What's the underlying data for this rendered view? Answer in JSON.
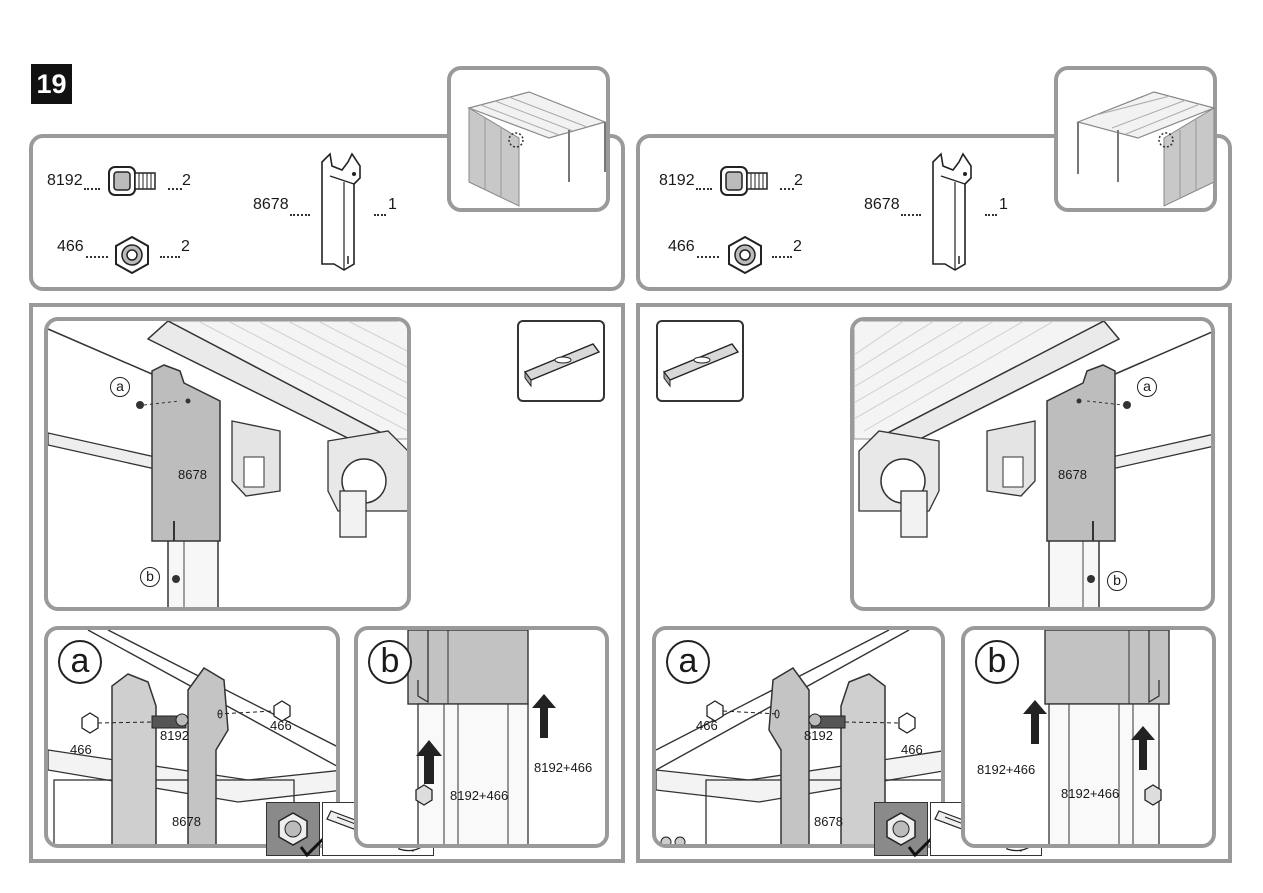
{
  "step": {
    "number": "19"
  },
  "left": {
    "parts": [
      {
        "code": "8192",
        "qty": "2"
      },
      {
        "code": "466",
        "qty": "2"
      },
      {
        "code": "8678",
        "qty": "1"
      }
    ],
    "main_view": {
      "callout_a": "a",
      "callout_b": "b",
      "bracket_label": "8678"
    },
    "detail_a": {
      "letter": "a",
      "nut_left": "466",
      "nut_right": "466",
      "bolt": "8192",
      "bracket": "8678"
    },
    "detail_b": {
      "letter": "b",
      "hw_inner": "8192+466",
      "hw_outer": "8192+466"
    }
  },
  "right": {
    "parts": [
      {
        "code": "8192",
        "qty": "2"
      },
      {
        "code": "466",
        "qty": "2"
      },
      {
        "code": "8678",
        "qty": "1"
      }
    ],
    "main_view": {
      "callout_a": "a",
      "callout_b": "b",
      "bracket_label": "8678"
    },
    "detail_a": {
      "letter": "a",
      "nut_left": "466",
      "nut_right": "466",
      "bolt": "8192",
      "bracket": "8678"
    },
    "detail_b": {
      "letter": "b",
      "hw_inner": "8192+466",
      "hw_outer": "8192+466"
    }
  },
  "icons": [
    "level-tool-icon",
    "bolt-icon",
    "hex-nut-icon",
    "bracket-8678-icon",
    "pergola-overview-icon",
    "tighten-check-icon",
    "hand-sliding-icon",
    "up-arrow-icon"
  ],
  "colors": {
    "frame": "#9a9a9a",
    "part_fill": "#bdbdbd",
    "step_bg": "#111111"
  }
}
